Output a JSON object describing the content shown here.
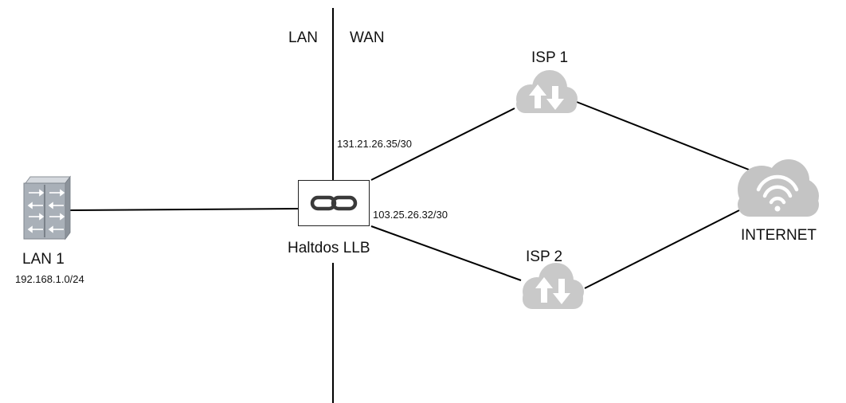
{
  "zones": {
    "lan_label": "LAN",
    "wan_label": "WAN"
  },
  "lan1": {
    "title": "LAN 1",
    "subnet": "192.168.1.0/24",
    "icon": "network-switch-icon"
  },
  "llb": {
    "title": "Haltdos LLB",
    "icon": "chain-link-icon",
    "wan1_address": "131.21.26.35/30",
    "wan2_address": "103.25.26.32/30"
  },
  "isp1": {
    "title": "ISP 1",
    "icon": "cloud-updown-icon"
  },
  "isp2": {
    "title": "ISP 2",
    "icon": "cloud-updown-icon"
  },
  "internet": {
    "title": "INTERNET",
    "icon": "cloud-wifi-icon"
  },
  "colors": {
    "line": "#000000",
    "cloud": "#c9c9c9",
    "cloud_dark": "#a9a9a9",
    "switch": "#b0b6bd"
  }
}
